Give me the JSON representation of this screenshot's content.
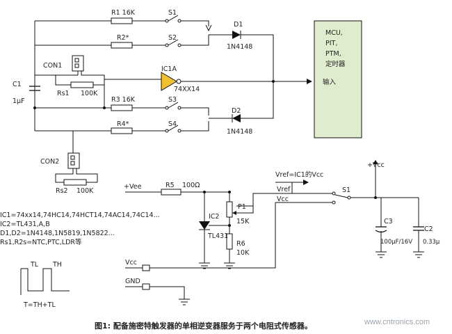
{
  "components": {
    "r1": "R1 16K",
    "s1_top": "S1",
    "d1": "D1",
    "d1_part": "1N4148",
    "r2": "R2*",
    "s2": "S2",
    "con1": "CON1",
    "rs1": "Rs1",
    "rs1_val": "100K",
    "c1": "C1",
    "c1_val": "1μF",
    "ic1a": "IC1A",
    "ic1a_part": "74XX14",
    "r3": "R3 16K",
    "s3": "S3",
    "d2": "D2",
    "d2_part": "1N4148",
    "r4": "R4*",
    "s4": "S4",
    "con2": "CON2",
    "rs2": "Rs2",
    "rs2_val": "100K",
    "vee": "+Vee",
    "r5": "R5",
    "r5_val": "100Ω",
    "ic2": "IC2",
    "ic2_part": "TL431",
    "p1": "P1",
    "p1_val": "15K",
    "r6": "R6",
    "r6_val": "10K",
    "vref_ic1": "Vref=IC1的Vcc",
    "vref": "Vref",
    "vcc_sw": "Vcc",
    "s1_bottom": "S1",
    "vcc_top": "+Vcc",
    "c3": "C3",
    "c3_val": "100μF/16V",
    "c2": "C2",
    "c2_val": "0.33μ",
    "vcc_pin": "Vcc",
    "gnd_pin": "GND"
  },
  "mcu_box": {
    "lines": [
      "MCU,",
      "PIT,",
      "PTM,",
      "定时器"
    ],
    "input_label": "输入"
  },
  "notes": [
    "IC1=74xx14,74HC14,74HCT14,74AC14,74C14...",
    "IC2=TL431,A,B",
    "D1,D2=1N4148,1N5819,1N5822...",
    "Rs1,R2s=NTC,PTC,LDR等"
  ],
  "waveform": {
    "tl": "TL",
    "th": "TH",
    "formula": "T=TH+TL"
  },
  "caption": "图1: 配备施密特触发器的单相逆变器服务于两个电阻式传感器。",
  "watermark": "www.cntronics.com"
}
